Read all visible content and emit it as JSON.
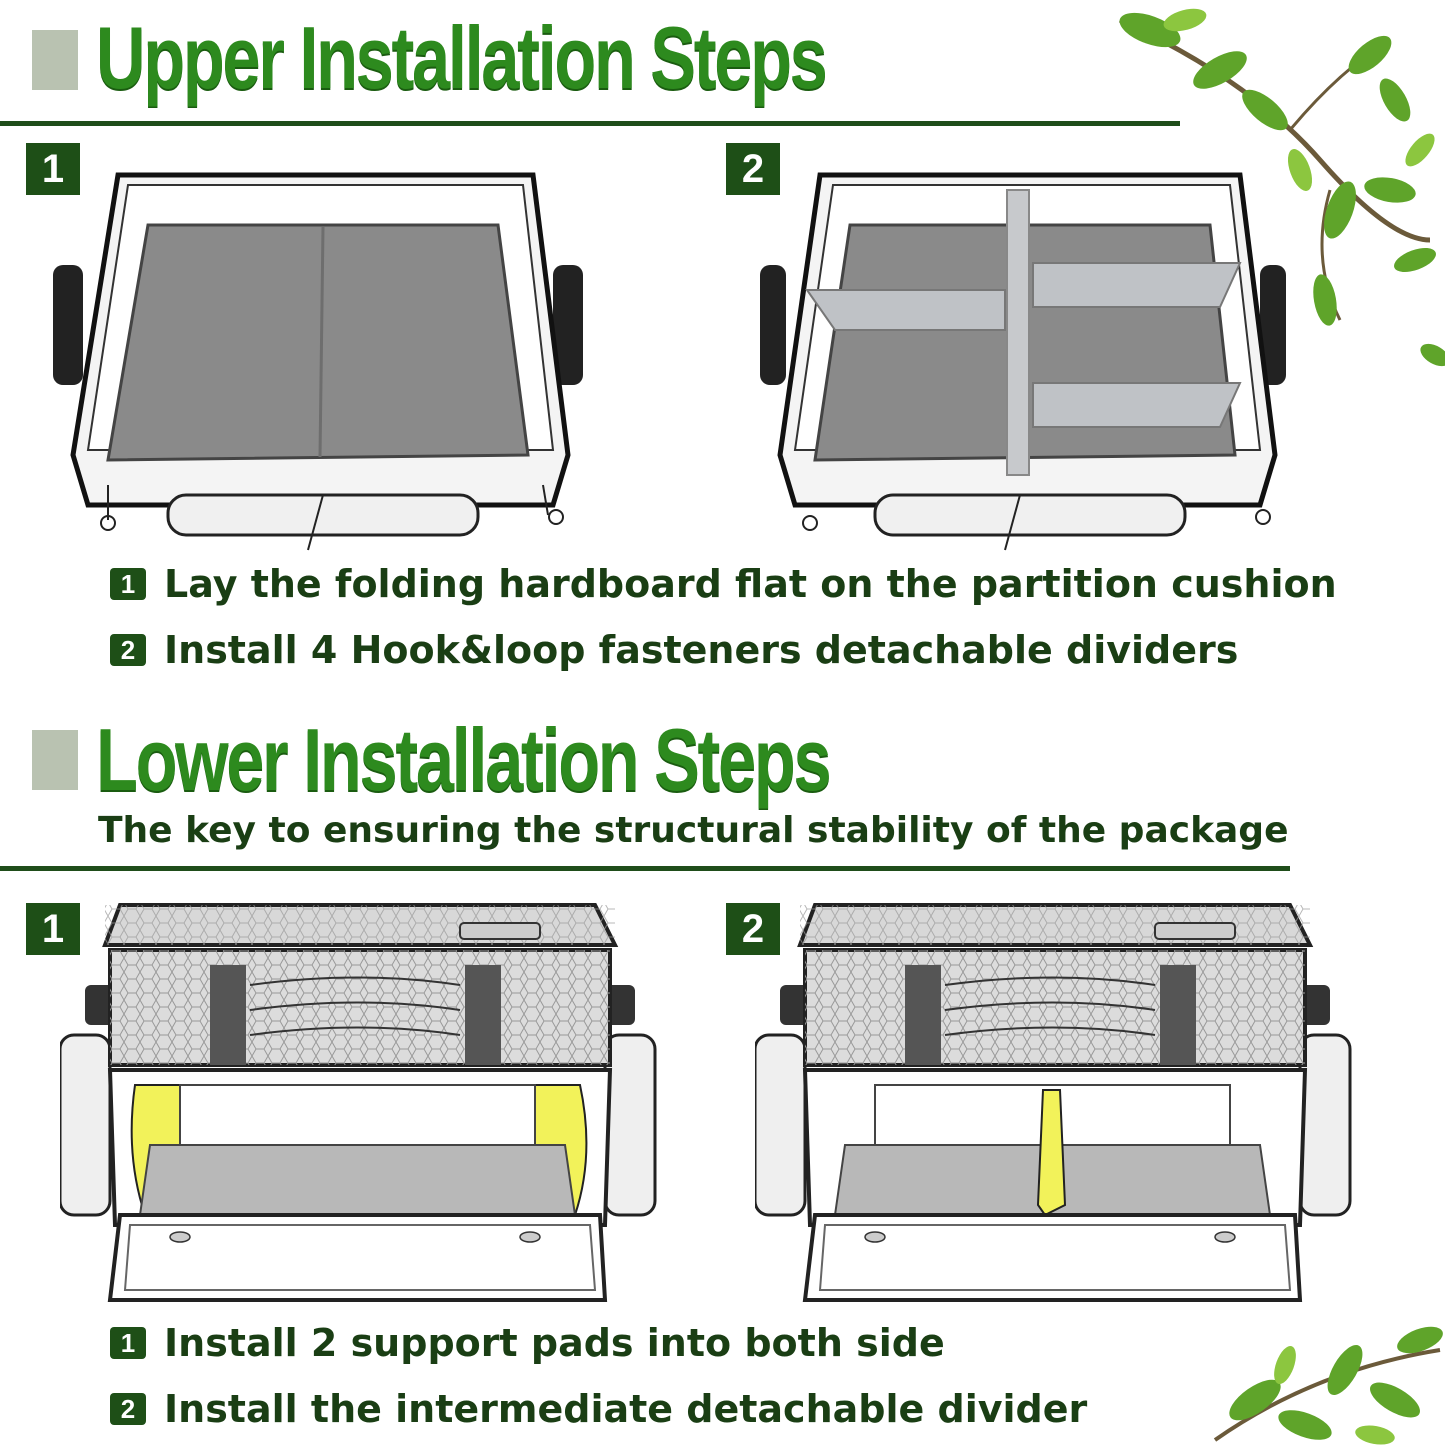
{
  "upper": {
    "title": "Upper Installation Steps",
    "steps": [
      {
        "badge": "1",
        "caption": "Lay the folding hardboard flat on the partition cushion"
      },
      {
        "badge": "2",
        "caption": "Install 4 Hook&loop fasteners detachable dividers"
      }
    ]
  },
  "lower": {
    "title": "Lower Installation Steps",
    "subtitle": "The key to ensuring the structural stability of the package",
    "steps": [
      {
        "badge": "1",
        "caption": "Install 2 support pads into both side"
      },
      {
        "badge": "2",
        "caption": "Install the intermediate detachable divider"
      }
    ]
  },
  "colors": {
    "title_green": "#2d8a1e",
    "badge_green": "#1e4f17",
    "rule_green": "#1f4d1a",
    "highlight_yellow": "#f2f25a"
  },
  "decor": [
    "leaf-branch-top-right",
    "leaf-branch-bottom-right"
  ]
}
